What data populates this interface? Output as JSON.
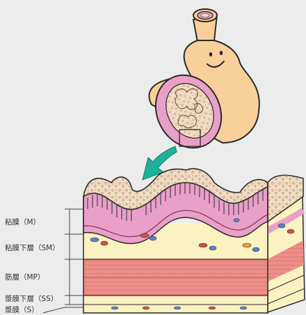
{
  "layers": [
    {
      "key": "mucosa",
      "label": "粘膜（M）"
    },
    {
      "key": "submucosa",
      "label": "粘膜下層（SM）"
    },
    {
      "key": "muscularis_propria",
      "label": "筋層（MP）"
    },
    {
      "key": "subserosa",
      "label": "漿膜下層（SS）"
    },
    {
      "key": "serosa",
      "label": "漿膜（S）"
    }
  ],
  "colors": {
    "background": "#ececec",
    "stomach": "#f9cf9a",
    "mucosa": "#e9a0c8",
    "mucosa_surface": "#f2dcc2",
    "submucosa": "#fbf2c1",
    "muscle": "#ec8e89",
    "arrow": "#1fb19a",
    "outline": "#2a2a2a"
  },
  "icons": {
    "stomach": "smiling-stomach-icon",
    "arrow": "curved-arrow-icon"
  }
}
